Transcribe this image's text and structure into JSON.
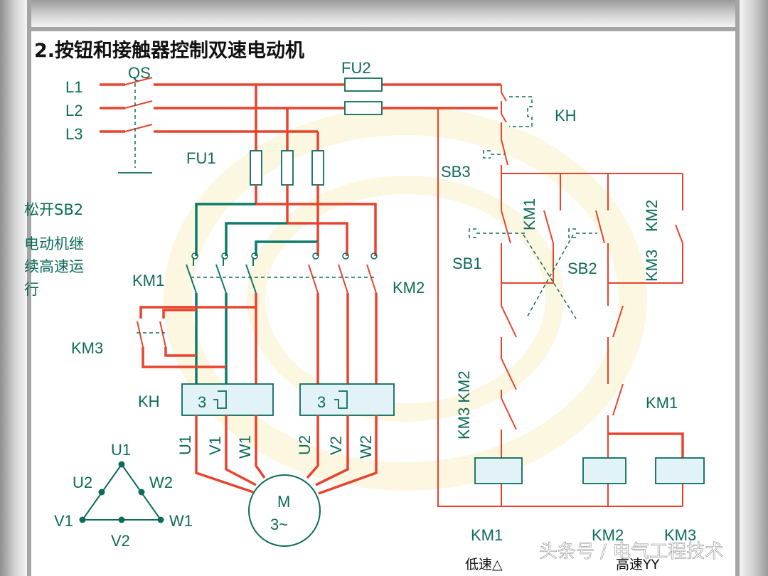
{
  "title": "2.按钮和接触器控制双速电动机",
  "supply": {
    "phases": [
      "L1",
      "L2",
      "L3"
    ],
    "switch": "QS"
  },
  "fuses": {
    "main": "FU1",
    "control": "FU2"
  },
  "note": {
    "line1": "松开SB2",
    "line2": "电动机继",
    "line3": "续高速运",
    "line4": "行"
  },
  "power_labels": {
    "km1": "KM1",
    "km2": "KM2",
    "km3": "KM3",
    "kh": "KH"
  },
  "relay_elements": [
    "3",
    "3"
  ],
  "terminals": [
    "U1",
    "V1",
    "W1",
    "U2",
    "V2",
    "W2"
  ],
  "motor": {
    "name": "M",
    "type": "3~"
  },
  "delta": {
    "u1": "U1",
    "u2": "U2",
    "w2": "W2",
    "v1": "V1",
    "w1": "W1",
    "v2": "V2"
  },
  "control": {
    "kh": "KH",
    "sb3": "SB3",
    "sb1": "SB1",
    "sb2": "SB2",
    "km1_aux": "KM1",
    "km2_aux": "KM2",
    "km3_aux": "KM3",
    "km3_km2_interlock": "KM3 KM2",
    "km1_interlock": "KM1"
  },
  "coils": [
    "KM1",
    "KM2",
    "KM3"
  ],
  "captions": {
    "low": "低速△",
    "high": "高速YY"
  },
  "watermark": "头条号 / 电气工程技术",
  "colors": {
    "power": "#e8432e",
    "teal": "#0d7b6a",
    "box": "#e1f3f7"
  }
}
